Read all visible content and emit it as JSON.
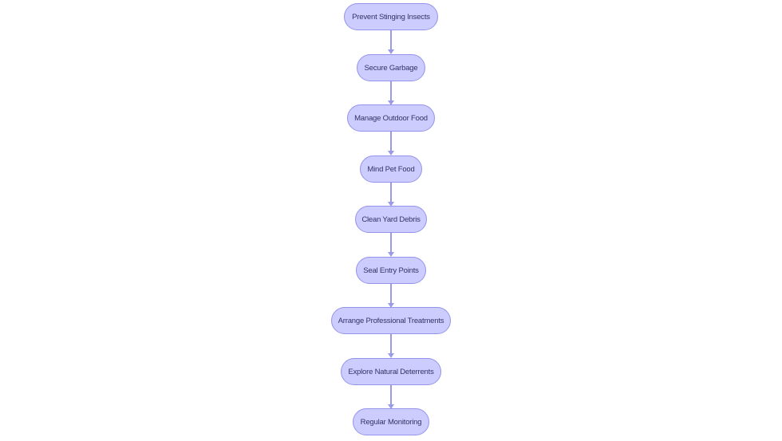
{
  "diagram": {
    "type": "flowchart",
    "direction": "top-to-bottom",
    "colors": {
      "node_fill": "#ccccff",
      "node_border": "#9393ee",
      "edge": "#9a9ae8",
      "text": "#333366"
    },
    "nodes": [
      {
        "id": "n1",
        "label": "Prevent Stinging Insects"
      },
      {
        "id": "n2",
        "label": "Secure Garbage"
      },
      {
        "id": "n3",
        "label": "Manage Outdoor Food"
      },
      {
        "id": "n4",
        "label": "Mind Pet Food"
      },
      {
        "id": "n5",
        "label": "Clean Yard Debris"
      },
      {
        "id": "n6",
        "label": "Seal Entry Points"
      },
      {
        "id": "n7",
        "label": "Arrange Professional Treatments"
      },
      {
        "id": "n8",
        "label": "Explore Natural Deterrents"
      },
      {
        "id": "n9",
        "label": "Regular Monitoring"
      }
    ],
    "edges": [
      {
        "from": "n1",
        "to": "n2"
      },
      {
        "from": "n2",
        "to": "n3"
      },
      {
        "from": "n3",
        "to": "n4"
      },
      {
        "from": "n4",
        "to": "n5"
      },
      {
        "from": "n5",
        "to": "n6"
      },
      {
        "from": "n6",
        "to": "n7"
      },
      {
        "from": "n7",
        "to": "n8"
      },
      {
        "from": "n8",
        "to": "n9"
      }
    ]
  }
}
